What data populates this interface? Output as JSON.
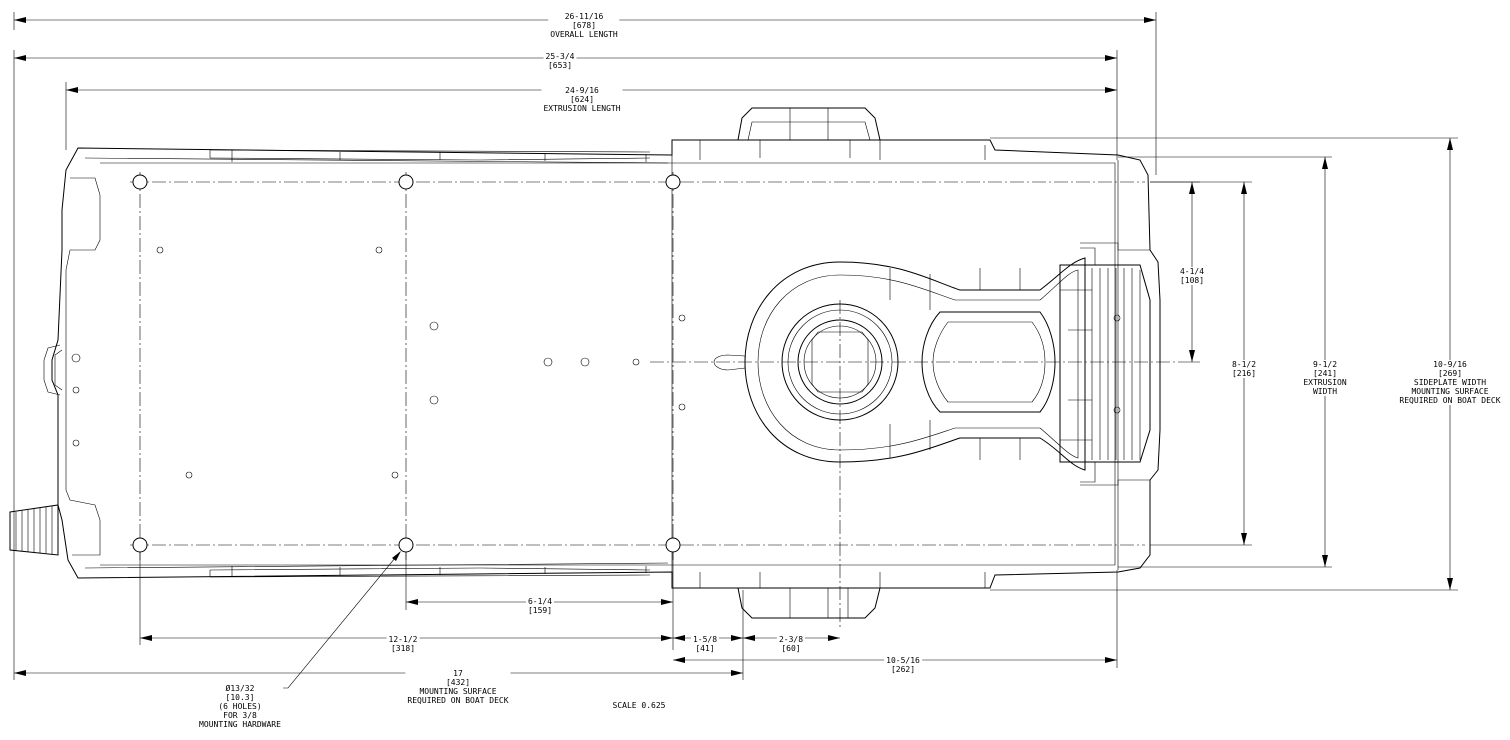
{
  "dimensions": {
    "overall_length": {
      "value": "26-11/16",
      "metric": "[678]",
      "note": "OVERALL LENGTH"
    },
    "length_25": {
      "value": "25-3/4",
      "metric": "[653]"
    },
    "extrusion_length": {
      "value": "24-9/16",
      "metric": "[624]",
      "note": "EXTRUSION LENGTH"
    },
    "height_4_1_4": {
      "value": "4-1/4",
      "metric": "[108]"
    },
    "height_8_1_2": {
      "value": "8-1/2",
      "metric": "[216]"
    },
    "extrusion_width": {
      "value": "9-1/2",
      "metric": "[241]",
      "note1": "EXTRUSION",
      "note2": "WIDTH"
    },
    "sideplate_width": {
      "value": "10-9/16",
      "metric": "[269]",
      "note1": "SIDEPLATE WIDTH",
      "note2": "MOUNTING SURFACE",
      "note3": "REQUIRED ON BOAT DECK"
    },
    "hole_spacing_6": {
      "value": "6-1/4",
      "metric": "[159]"
    },
    "hole_spacing_12": {
      "value": "12-1/2",
      "metric": "[318]"
    },
    "offset_1_5_8": {
      "value": "1-5/8",
      "metric": "[41]"
    },
    "offset_2_3_8": {
      "value": "2-3/8",
      "metric": "[60]"
    },
    "head_10_5_16": {
      "value": "10-5/16",
      "metric": "[262]"
    },
    "mounting_17": {
      "value": "17",
      "metric": "[432]",
      "note1": "MOUNTING SURFACE",
      "note2": "REQUIRED ON BOAT DECK"
    }
  },
  "hole_callout": {
    "size": "Ø13/32",
    "metric": "[10.3]",
    "count": "(6 HOLES)",
    "for": "FOR 3/8",
    "hardware": "MOUNTING HARDWARE"
  },
  "scale": "SCALE 0.625",
  "colors": {
    "line": "#000000",
    "background": "#ffffff"
  }
}
